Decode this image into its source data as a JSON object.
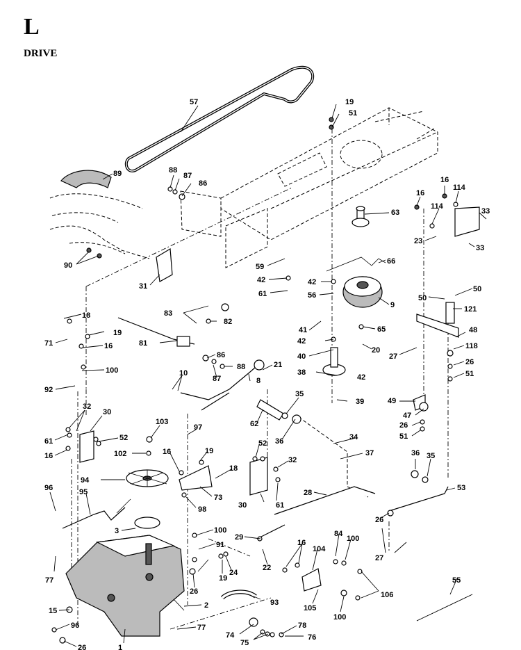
{
  "page": {
    "title": "L",
    "subtitle": "DRIVE"
  },
  "labels": [
    "57",
    "19",
    "51",
    "89",
    "88",
    "87",
    "86",
    "63",
    "16",
    "16",
    "114",
    "114",
    "33",
    "23",
    "33",
    "90",
    "59",
    "66",
    "42",
    "42",
    "61",
    "56",
    "31",
    "9",
    "50",
    "50",
    "83",
    "82",
    "121",
    "65",
    "18",
    "19",
    "71",
    "16",
    "81",
    "41",
    "48",
    "42",
    "20",
    "86",
    "88",
    "87",
    "118",
    "100",
    "40",
    "27",
    "21",
    "26",
    "51",
    "10",
    "8",
    "38",
    "42",
    "92",
    "39",
    "35",
    "49",
    "32",
    "30",
    "62",
    "47",
    "26",
    "51",
    "61",
    "52",
    "16",
    "103",
    "97",
    "34",
    "36",
    "36",
    "35",
    "102",
    "19",
    "52",
    "37",
    "16",
    "18",
    "32",
    "94",
    "73",
    "30",
    "61",
    "28",
    "96",
    "95",
    "98",
    "53",
    "26",
    "3",
    "100",
    "91",
    "29",
    "84",
    "100",
    "22",
    "27",
    "16",
    "104",
    "55",
    "77",
    "19",
    "24",
    "106",
    "26",
    "2",
    "93",
    "105",
    "100",
    "15",
    "96",
    "77",
    "78",
    "74",
    "76",
    "75",
    "26",
    "1"
  ],
  "icons": [
    "frame-drawing",
    "belt-drawing",
    "clutch-drawing",
    "transaxle-drawing",
    "pulley-drawing",
    "spring-drawing",
    "fan-drawing"
  ]
}
